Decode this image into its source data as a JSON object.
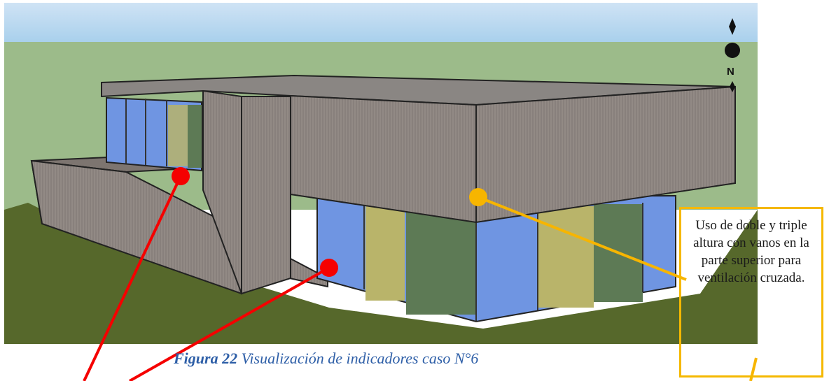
{
  "compass": {
    "label": "N"
  },
  "caption": {
    "figure": "Figura 22",
    "text": " Visualización de indicadores caso N°6"
  },
  "annotation": {
    "text": "Uso de doble y triple altura con vanos en la parte superior para ventilación cruzada."
  },
  "colors": {
    "sky_top": "#b6d6ef",
    "ground": "#5a6b2d",
    "wall": "#8f8782",
    "glass_blue": "#6f95e2",
    "glass_yellow": "#b9b46a",
    "glass_green": "#5d7a55",
    "marker_red": "#f50000",
    "marker_yellow": "#f7b500"
  }
}
